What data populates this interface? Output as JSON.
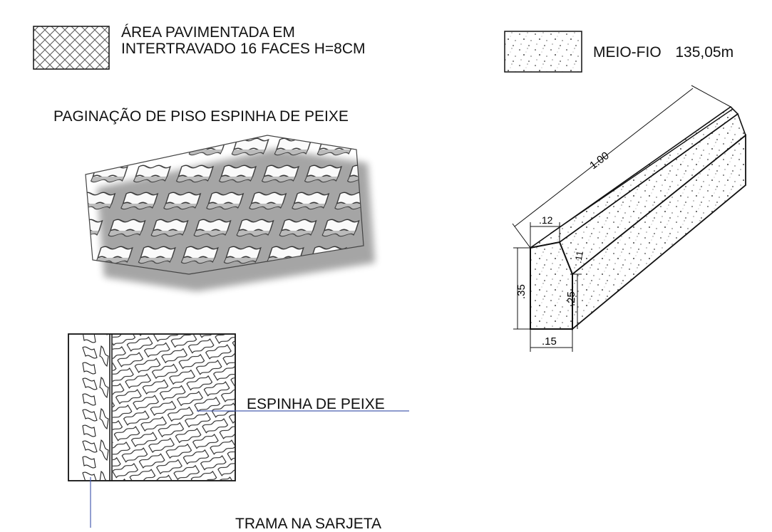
{
  "legend": {
    "paving_label_line1": "ÁREA PAVIMENTADA EM",
    "paving_label_line2": "INTERTRAVADO 16 FACES H=8CM",
    "curb_label": "MEIO-FIO",
    "curb_length": "135,05m"
  },
  "paving_title": "PAGINAÇÃO DE PISO ESPINHA DE PEIXE",
  "plan": {
    "callout_herringbone": "ESPINHA DE PEIXE",
    "callout_gutter": "TRAMA NA SARJETA"
  },
  "curb_dimensions": {
    "length": "1.00",
    "top_width": ".12",
    "height": ".35",
    "face_height": ".25",
    "base_width": ".15",
    "chamfer": ".11"
  },
  "colors": {
    "callout_line": "#4a5fb0",
    "linework": "#111111"
  }
}
